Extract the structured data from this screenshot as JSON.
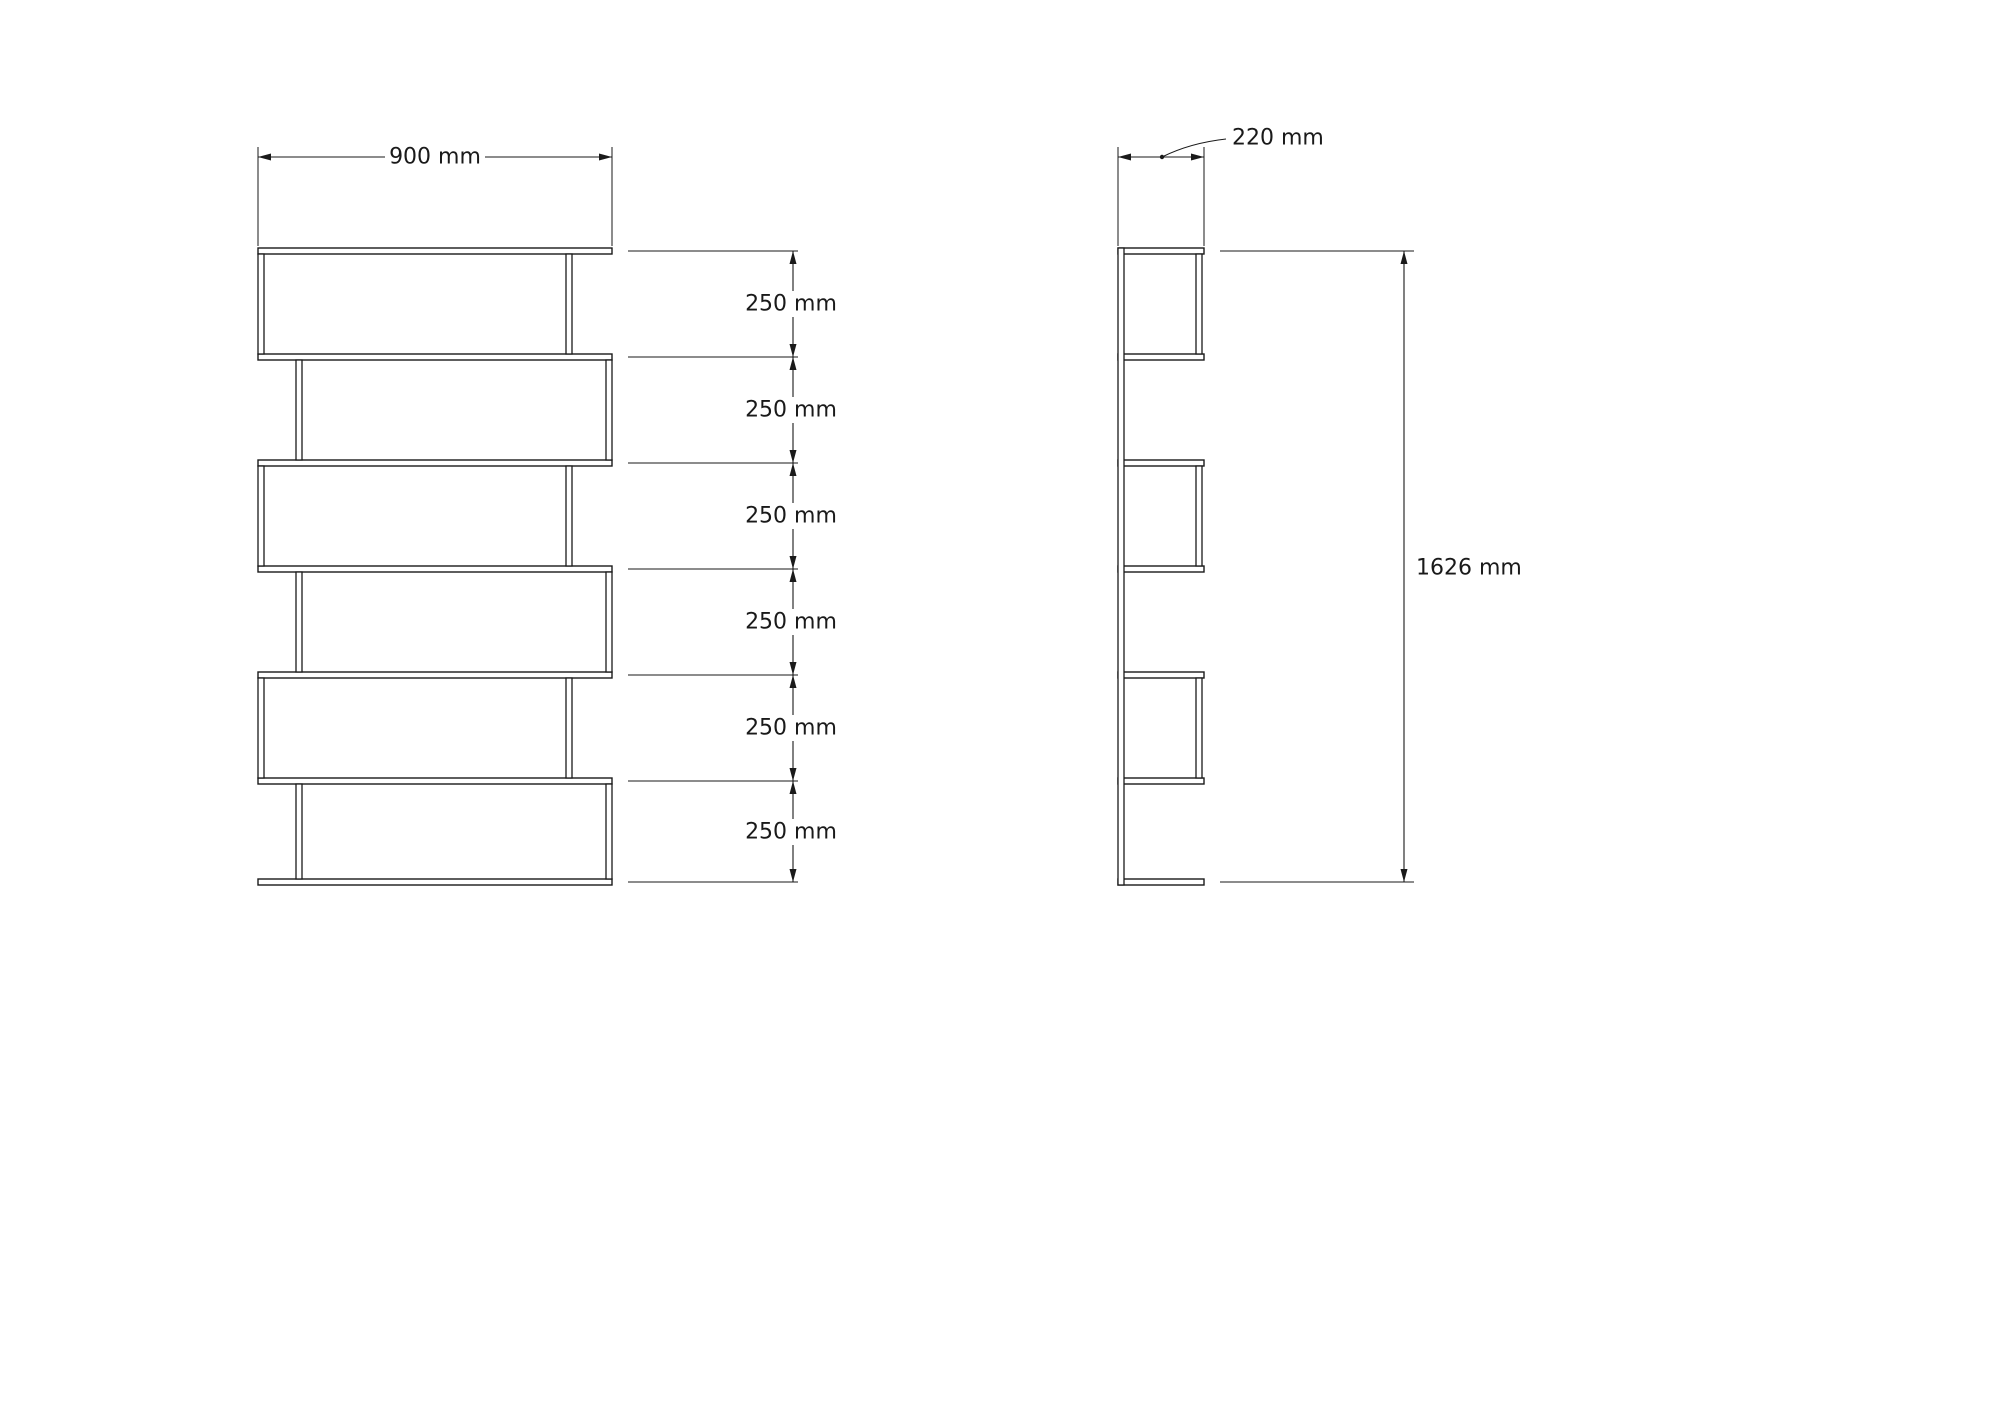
{
  "front_view": {
    "width_label": "900 mm",
    "row_labels": [
      "250 mm",
      "250 mm",
      "250 mm",
      "250 mm",
      "250 mm",
      "250 mm"
    ]
  },
  "side_view": {
    "depth_label": "220 mm",
    "height_label": "1626 mm"
  },
  "colors": {
    "line": "#1a1a1a",
    "text": "#1a1a1a",
    "background": "#ffffff"
  }
}
